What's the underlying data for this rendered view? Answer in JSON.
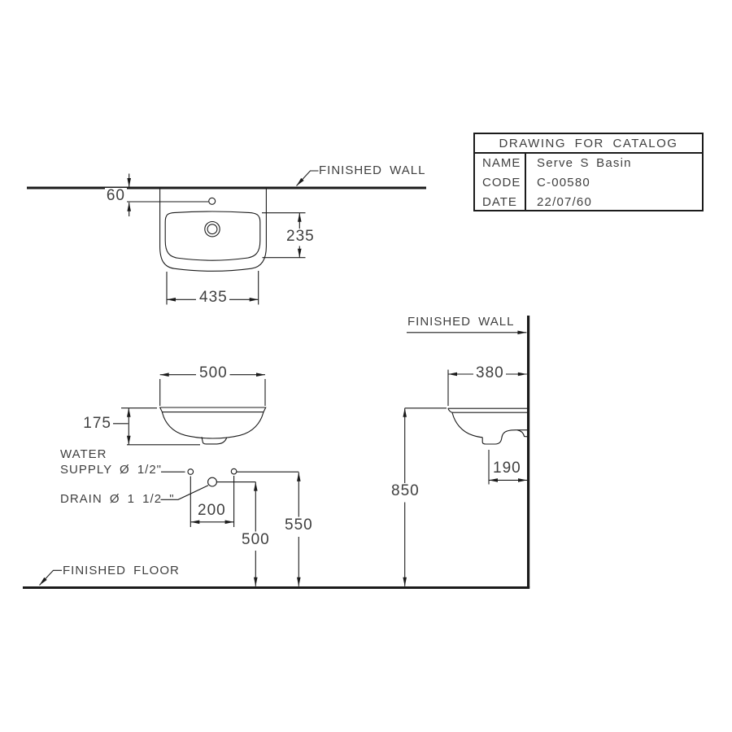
{
  "colors": {
    "line": "#1b1b1b",
    "text": "#3f3f3f",
    "background": "#ffffff"
  },
  "title_block": {
    "title": "DRAWING FOR CATALOG",
    "rows": [
      {
        "label": "NAME",
        "value": "Serve S Basin"
      },
      {
        "label": "CODE",
        "value": "C-00580"
      },
      {
        "label": "DATE",
        "value": "22/07/60"
      }
    ]
  },
  "top_view": {
    "wall_label": "FINISHED WALL",
    "dim_faucet_offset": "60",
    "dim_depth": "235",
    "dim_bowl_width": "435"
  },
  "front_view": {
    "dim_width": "500",
    "dim_bowl_height": "175",
    "water_supply_label_line1": "WATER",
    "water_supply_label_line2": "SUPPLY Ø 1/2\"",
    "drain_label": "DRAIN Ø 1 1/2 \"",
    "dim_supply_spacing": "200",
    "dim_drain_height": "500",
    "dim_supply_height": "550",
    "floor_label": "FINISHED FLOOR"
  },
  "side_view": {
    "wall_label": "FINISHED WALL",
    "dim_depth": "380",
    "dim_drain_offset": "190",
    "dim_rim_height": "850"
  }
}
